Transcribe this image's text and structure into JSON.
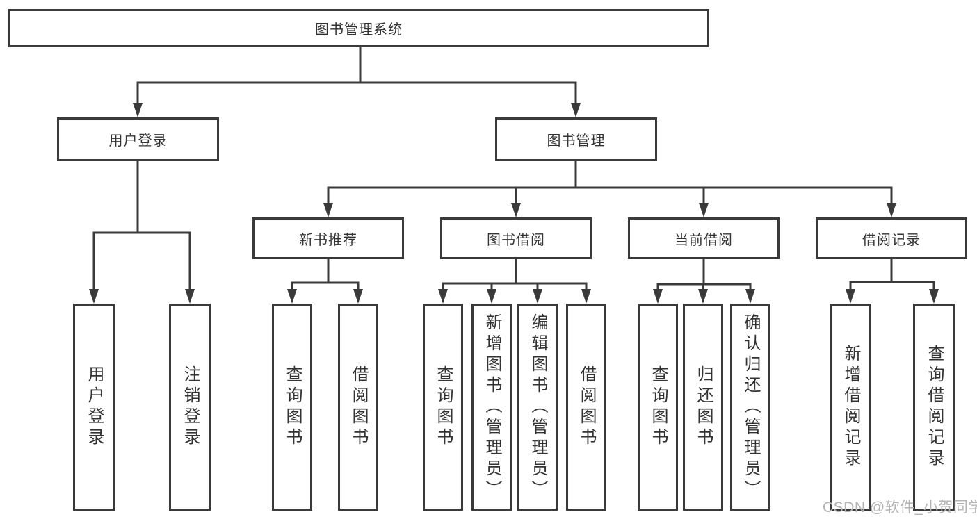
{
  "tree": {
    "root": "图书管理系统",
    "branches": [
      {
        "label": "用户登录",
        "leaves": [
          "用户登录",
          "注销登录"
        ]
      },
      {
        "label": "图书管理",
        "groups": [
          {
            "label": "新书推荐",
            "leaves": [
              "查询图书",
              "借阅图书"
            ]
          },
          {
            "label": "图书借阅",
            "leaves": [
              "查询图书",
              "新增图书（管理员）",
              "编辑图书（管理员）",
              "借阅图书"
            ]
          },
          {
            "label": "当前借阅",
            "leaves": [
              "查询图书",
              "归还图书",
              "确认归还（管理员）"
            ]
          },
          {
            "label": "借阅记录",
            "leaves": [
              "新增借阅记录",
              "查询借阅记录"
            ]
          }
        ]
      }
    ]
  },
  "watermark": "CSDN @软件_小贺同学",
  "colors": {
    "line": "#3a3a3a",
    "text": "#333333",
    "watermark": "#b3b3b3",
    "background": "#ffffff"
  }
}
